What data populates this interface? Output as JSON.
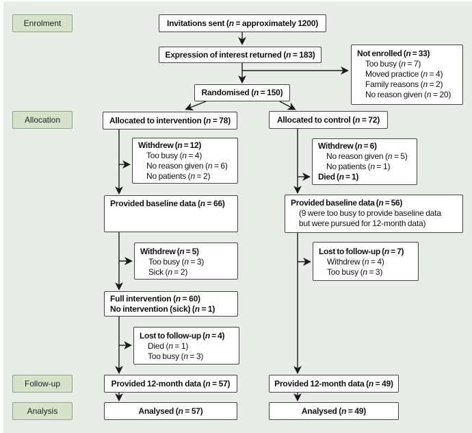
{
  "palette": {
    "panel_bg": "#e8eee7",
    "label_fill": "#d5e3cb",
    "label_border": "#8f9e88",
    "box_border": "#434343",
    "arrow": "#1a1a1a",
    "text": "#111111"
  },
  "stages": {
    "enrolment": "Enrolment",
    "allocation": "Allocation",
    "followup": "Follow-up",
    "analysis": "Analysis"
  },
  "boxes": {
    "invitations": "Invitations sent (n = approximately 1200)",
    "expression": "Expression of interest returned (n = 183)",
    "not_enrolled": {
      "header": "Not enrolled (n = 33)",
      "items": [
        "Too busy (n = 7)",
        "Moved practice (n = 4)",
        "Family reasons (n = 2)",
        "No reason given (n = 20)"
      ]
    },
    "randomised": "Randomised (n = 150)",
    "alloc_intervention": "Allocated to intervention (n = 78)",
    "alloc_control": "Allocated to control (n = 72)",
    "withdrew_intervention": {
      "header": "Withdrew (n = 12)",
      "items": [
        "Too busy (n = 4)",
        "No reason given (n = 6)",
        "No patients (n = 2)"
      ]
    },
    "withdrew_control": {
      "header": "Withdrew (n = 6)",
      "items": [
        "No reason given (n = 5)",
        "No patients (n = 1)"
      ],
      "footer": "Died (n = 1)"
    },
    "baseline_intervention": "Provided baseline data (n = 66)",
    "baseline_control": {
      "header": "Provided baseline data (n = 56)",
      "items": [
        "(9 were too busy to provide baseline data",
        "but were pursued for 12-month data)"
      ]
    },
    "withdrew2_intervention": {
      "header": "Withdrew (n = 5)",
      "items": [
        "Too busy (n = 3)",
        "Sick (n = 2)"
      ]
    },
    "lost_control": {
      "header": "Lost to follow-up (n = 7)",
      "items": [
        "Withdrew (n = 4)",
        "Too busy (n = 3)"
      ]
    },
    "full_intervention": {
      "line1": "Full intervention (n = 60)",
      "line2": "No intervention (sick) (n = 1)"
    },
    "lost_intervention": {
      "header": "Lost to follow-up (n = 4)",
      "items": [
        "Died (n = 1)",
        "Too busy (n = 3)"
      ]
    },
    "data12_intervention": "Provided 12-month data (n = 57)",
    "data12_control": "Provided 12-month data (n = 49)",
    "analysed_intervention": "Analysed (n = 57)",
    "analysed_control": "Analysed (n = 49)"
  }
}
